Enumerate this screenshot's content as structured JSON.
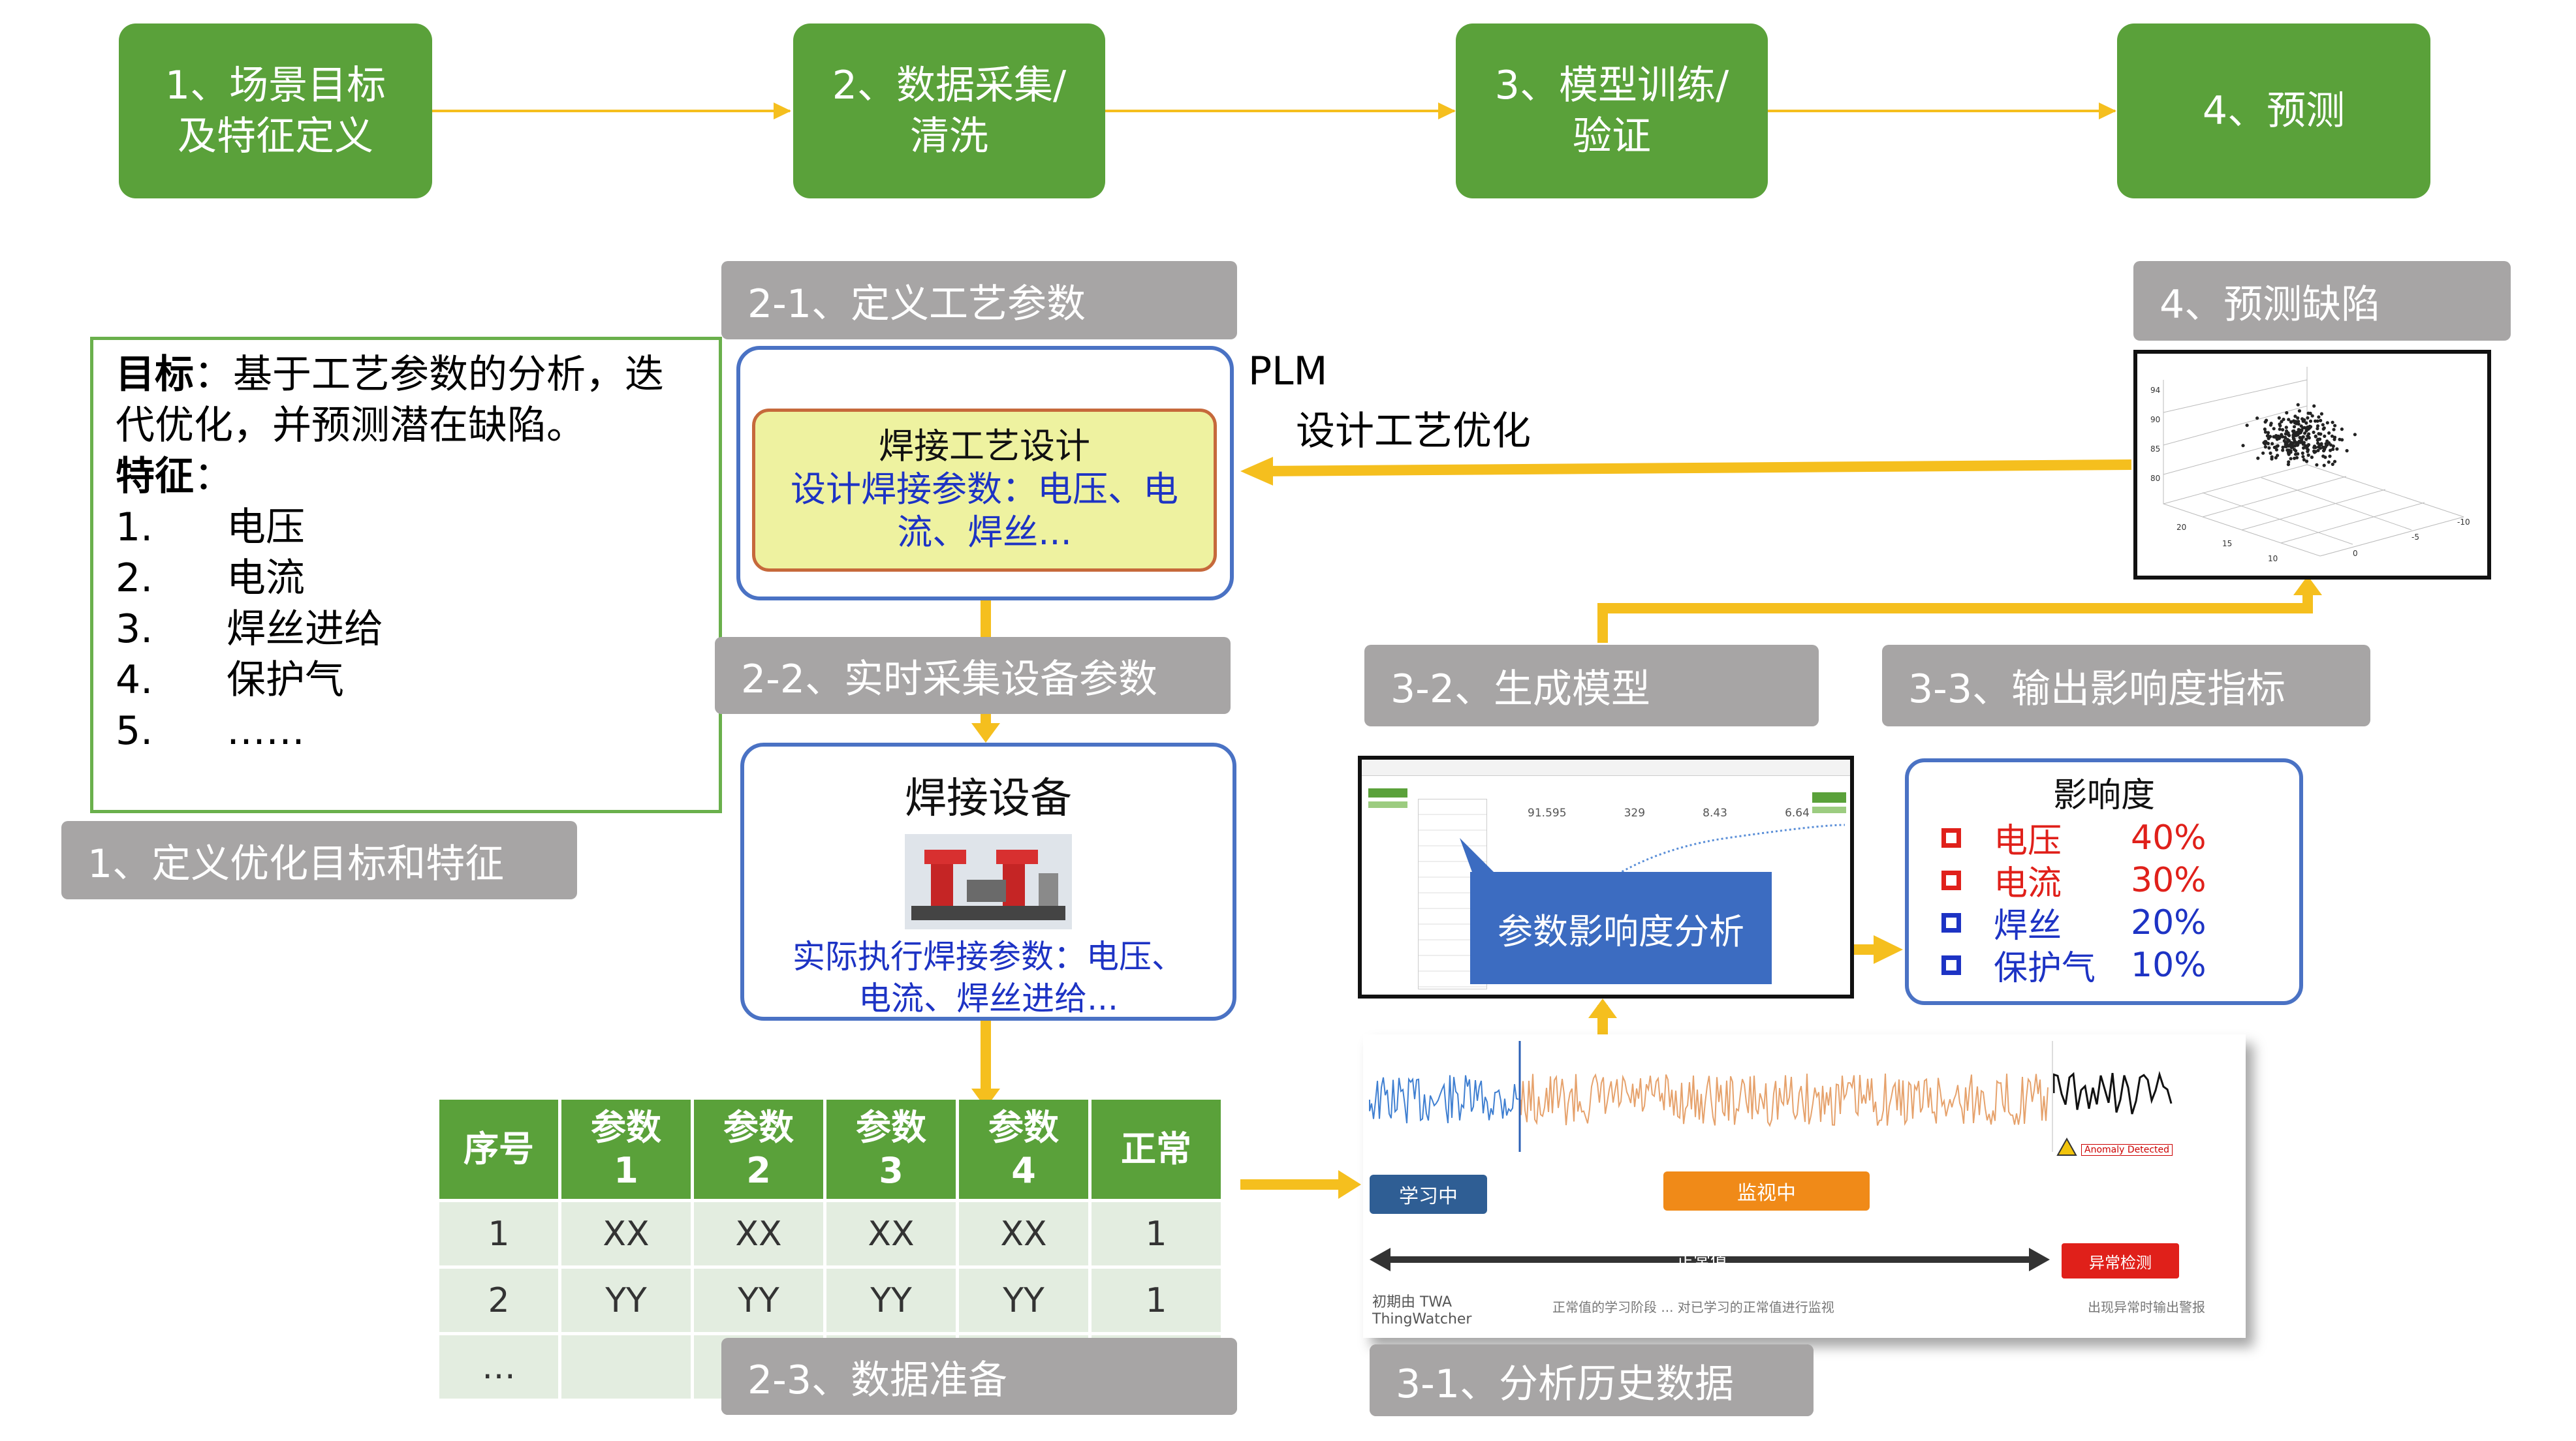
{
  "flow": {
    "step1": {
      "line1": "1、场景目标",
      "line2": "及特征定义"
    },
    "step2": {
      "line1": "2、数据采集/",
      "line2": "清洗"
    },
    "step3": {
      "line1": "3、模型训练/",
      "line2": "验证"
    },
    "step4": {
      "line1": "4、预测"
    }
  },
  "goal_box": {
    "goal_label": "目标",
    "goal_text_1": "：基于工艺参数的分析，迭",
    "goal_text_2": "代优化，并预测潜在缺陷。",
    "feature_label": "特征",
    "feature_colon": "：",
    "features": [
      {
        "num": "1.",
        "text": "电压"
      },
      {
        "num": "2.",
        "text": "电流"
      },
      {
        "num": "3.",
        "text": "焊丝进给"
      },
      {
        "num": "4.",
        "text": "保护气"
      },
      {
        "num": "5.",
        "text": "……"
      }
    ]
  },
  "tags": {
    "t1": "1、定义优化目标和特征",
    "t21": "2-1、定义工艺参数",
    "t22": "2-2、实时采集设备参数",
    "t23": "2-3、数据准备",
    "t31": "3-1、分析历史数据",
    "t32": "3-2、生成模型",
    "t33": "3-3、输出影响度指标",
    "t4": "4、预测缺陷"
  },
  "plm": {
    "label": "PLM",
    "optimize": "设计工艺优化"
  },
  "process_design": {
    "title": "焊接工艺设计",
    "line1": "设计焊接参数：电压、电",
    "line2": "流、焊丝..."
  },
  "equipment": {
    "title": "焊接设备",
    "line1": "实际执行焊接参数：电压、",
    "line2": "电流、焊丝进给..."
  },
  "table": {
    "headers": [
      {
        "l1": "序号",
        "l2": ""
      },
      {
        "l1": "参数",
        "l2": "1"
      },
      {
        "l1": "参数",
        "l2": "2"
      },
      {
        "l1": "参数",
        "l2": "3"
      },
      {
        "l1": "参数",
        "l2": "4"
      },
      {
        "l1": "正常",
        "l2": ""
      }
    ],
    "rows": [
      [
        "1",
        "XX",
        "XX",
        "XX",
        "XX",
        "1"
      ],
      [
        "2",
        "YY",
        "YY",
        "YY",
        "YY",
        "1"
      ],
      [
        "…",
        "",
        "",
        "",
        "",
        ""
      ]
    ]
  },
  "model_panel": {
    "callout": "参数影响度分析",
    "stats": [
      "91.595",
      "329",
      "8.43",
      "6.64"
    ]
  },
  "influence": {
    "title": "影响度",
    "items": [
      {
        "name": "电压",
        "pct": "40%",
        "color": "#e0201a"
      },
      {
        "name": "电流",
        "pct": "30%",
        "color": "#e0201a"
      },
      {
        "name": "焊丝",
        "pct": "20%",
        "color": "#1d33c4"
      },
      {
        "name": "保护气",
        "pct": "10%",
        "color": "#1d33c4"
      }
    ]
  },
  "timeseries": {
    "learn_label": "学习中",
    "monitor_label": "监视中",
    "normal_label": "正常值",
    "alarm_label": "异常检测",
    "anomaly_label": "Anomaly Detected",
    "footer_left_1": "初期由 TWA",
    "footer_left_2": "ThingWatcher",
    "footer_mid": "正常值的学习阶段 ... 对已学习的正常值进行监视",
    "footer_right": "出现异常时输出警报"
  },
  "colors": {
    "green": "#5aa13a",
    "gray": "#a7a5a5",
    "arrow": "#f5bf1e",
    "blue_border": "#4a72c4",
    "callout": "#3c6cc1"
  }
}
